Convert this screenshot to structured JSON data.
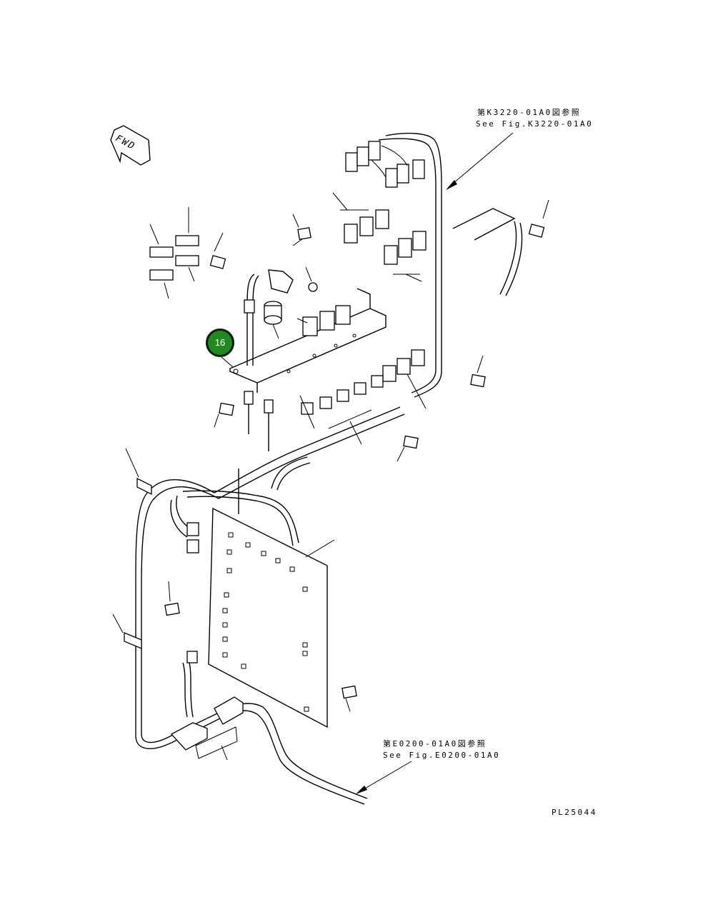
{
  "references": {
    "top_jp": "第K3220-01A0図参照",
    "top_en": "See Fig.K3220-01A0",
    "bottom_jp": "第E0200-01A0図参照",
    "bottom_en": "See Fig.E0200-01A0"
  },
  "fwd_label": "FWD",
  "callout": {
    "number": "16",
    "color": "#1f8a1f"
  },
  "plate_code": "PL25044"
}
